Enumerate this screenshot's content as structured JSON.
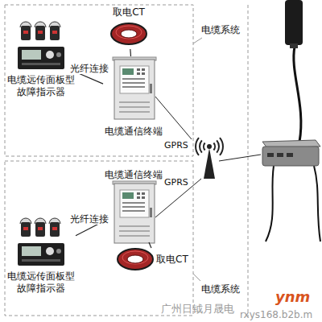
{
  "diagram": {
    "nodes": [
      {
        "text": [
          "电缆远传面板型故障指示器"
        ]
      },
      {
        "text": [
          "取电CT"
        ]
      },
      {
        "text": [
          "电缆通信终端"
        ]
      },
      {
        "text": [
          "电缆通信终端"
        ]
      },
      {
        "text": [
          "取电CT"
        ]
      },
      {
        "text": [
          "电缆远传面板型故障指示器"
        ]
      }
    ],
    "edges": [
      {
        "from": 0,
        "to": 2,
        "label": "光纤连接",
        "arrow": "none"
      },
      {
        "from": 1,
        "to": 2,
        "arrow": "none"
      },
      {
        "from": 5,
        "to": 3,
        "label": "光纤连接",
        "arrow": "none"
      },
      {
        "from": 4,
        "to": 3,
        "arrow": "none"
      }
    ],
    "labels": [
      "电缆系统",
      "GPRS",
      "GPRS",
      "电缆系统",
      "广州日钺月晟电",
      "ynm",
      "rxys168.b2b.m"
    ]
  }
}
